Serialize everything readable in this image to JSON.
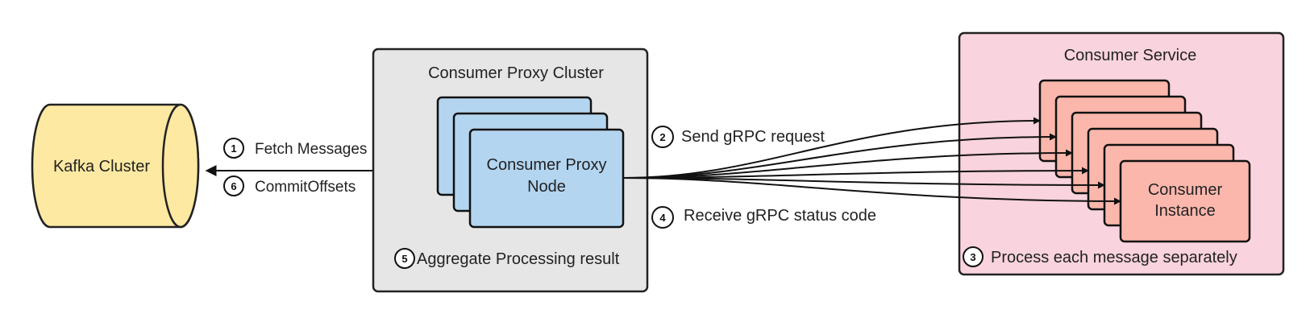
{
  "kafka": {
    "label": "Kafka Cluster",
    "fill": "#fde9a2"
  },
  "proxy_cluster": {
    "title": "Consumer Proxy Cluster",
    "fill": "#e6e6e6"
  },
  "proxy_node": {
    "line1": "Consumer Proxy",
    "line2": "Node",
    "fill": "#b3d5f0"
  },
  "consumer_service": {
    "title": "Consumer Service",
    "fill": "#f9d3de"
  },
  "consumer_instance": {
    "line1": "Consumer",
    "line2": "Instance",
    "fill": "#fbb7ac"
  },
  "steps": {
    "s1": {
      "num": "1",
      "text": "Fetch Messages"
    },
    "s2": {
      "num": "2",
      "text": "Send gRPC request"
    },
    "s3": {
      "num": "3",
      "text": "Process each message separately"
    },
    "s4": {
      "num": "4",
      "text": "Receive gRPC status code"
    },
    "s5": {
      "num": "5",
      "text": "Aggregate Processing result"
    },
    "s6": {
      "num": "6",
      "text": "CommitOffsets"
    }
  }
}
